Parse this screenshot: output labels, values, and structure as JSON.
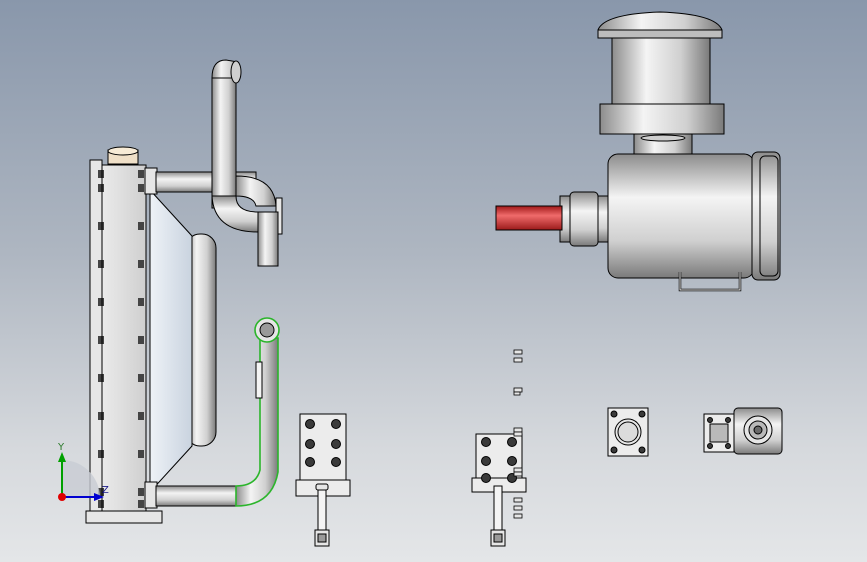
{
  "viewport": {
    "triad": {
      "y_label": "Y",
      "z_label": "Z",
      "x_color": "#e00000",
      "y_color": "#00a000",
      "z_color": "#0000d0"
    }
  },
  "colors": {
    "steel": "#d9d9d9",
    "shaft": "#d8393f",
    "hose": "#3fbf3f",
    "outline": "#000000"
  },
  "parts": [
    {
      "name": "radiator",
      "icon": "radiator-body"
    },
    {
      "name": "inlet-pipe",
      "icon": "bent-pipe"
    },
    {
      "name": "outlet-hose",
      "icon": "bent-hose"
    },
    {
      "name": "motor",
      "icon": "cylinder-motor"
    },
    {
      "name": "bracket-left",
      "icon": "mount-bracket"
    },
    {
      "name": "bracket-right",
      "icon": "mount-bracket"
    },
    {
      "name": "flange",
      "icon": "square-flange"
    },
    {
      "name": "gear-pump",
      "icon": "gear-pump"
    },
    {
      "name": "bolts",
      "icon": "fasteners"
    }
  ]
}
